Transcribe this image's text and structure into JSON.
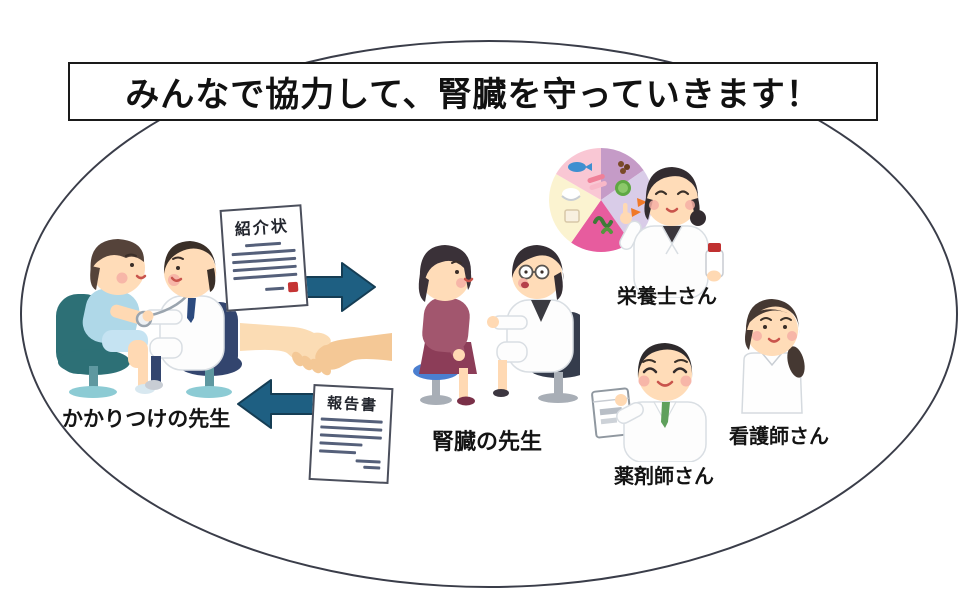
{
  "title_banner": {
    "text": "みんなで協力して、腎臓を守っていきます！"
  },
  "roles": {
    "family_doctor": {
      "label": "かかりつけの先生"
    },
    "kidney_doctor": {
      "label": "腎臓の先生"
    },
    "nutritionist": {
      "label": "栄養士さん"
    },
    "nurse": {
      "label": "看護師さん"
    },
    "pharmacist": {
      "label": "薬剤師さん"
    }
  },
  "documents": {
    "referral_letter": {
      "title": "紹介状"
    },
    "report": {
      "title": "報告書"
    }
  },
  "icons": {
    "arrow_right": "arrow-right-icon",
    "arrow_left": "arrow-left-icon",
    "handshake": "handshake-icon",
    "food_balance_chart": "food-balance-chart-icon",
    "stethoscope": "stethoscope-icon",
    "medicine_bag": "medicine-bag-icon",
    "supplement_bottle": "supplement-bottle-icon",
    "referral_stamp": "red-seal-stamp-icon"
  },
  "colors": {
    "background": "#FFFFFF",
    "ellipse_border": "#3A3D49",
    "banner_border": "#1A1A1A",
    "arrow": "#1E5F82",
    "arrow_outline": "#153D54",
    "skin": "#FFDCB8",
    "white_coat": "#FDFDFD",
    "teal_chair": "#2D7076",
    "navy_chair": "#33456E",
    "blue_stool": "#4B7FD0",
    "maroon_outfit": "#A2566E",
    "stamp_red": "#C53434",
    "tie_navy": "#2C4A7E",
    "tie_green": "#5FA05C"
  }
}
